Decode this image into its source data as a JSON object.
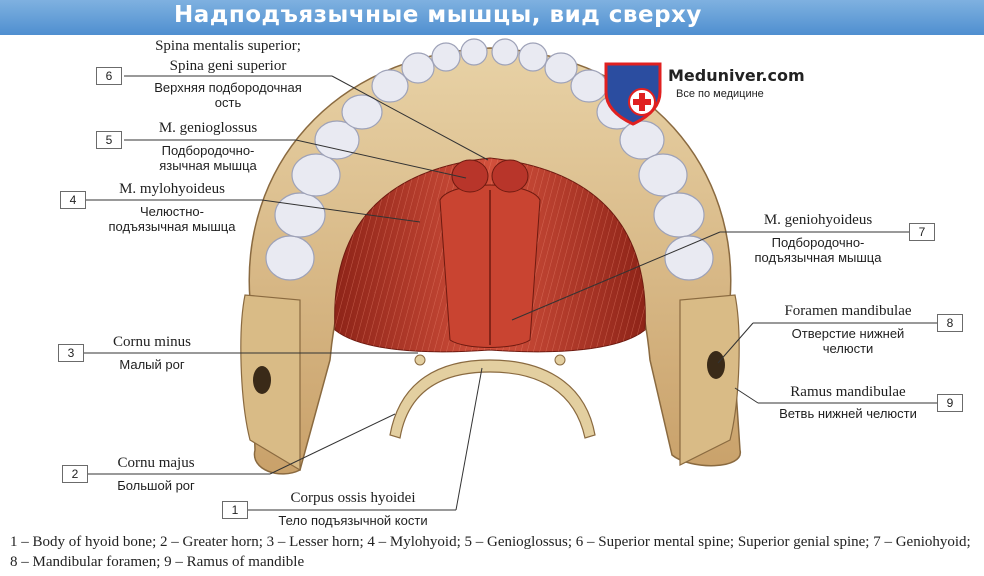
{
  "title": "Надподъязычные мышцы, вид сверху",
  "logo": {
    "name": "Meduniver.com",
    "tagline": "Все по медицине"
  },
  "labels": [
    {
      "num": "6",
      "latin": "Spina mentalis superior;",
      "latin2": "Spina geni superior",
      "russian": "Верхняя подбородочная",
      "russian2": "ость"
    },
    {
      "num": "5",
      "latin": "M. genioglossus",
      "russian": "Подбородочно-",
      "russian2": "язычная мышца"
    },
    {
      "num": "4",
      "latin": "M. mylohyoideus",
      "russian": "Челюстно-",
      "russian2": "подъязычная мышца"
    },
    {
      "num": "3",
      "latin": "Cornu minus",
      "russian": "Малый рог"
    },
    {
      "num": "2",
      "latin": "Cornu majus",
      "russian": "Большой рог"
    },
    {
      "num": "1",
      "latin": "Corpus ossis hyoidei",
      "russian": "Тело подъязычной кости"
    },
    {
      "num": "7",
      "latin": "M. geniohyoideus",
      "russian": "Подбородочно-",
      "russian2": "подъязычная мышца"
    },
    {
      "num": "8",
      "latin": "Foramen mandibulae",
      "russian": "Отверстие нижней",
      "russian2": "челюсти"
    },
    {
      "num": "9",
      "latin": "Ramus mandibulae",
      "russian": "Ветвь нижней челюсти"
    }
  ],
  "legend": "1 – Body of hyoid bone; 2 – Greater horn; 3 – Lesser horn; 4 – Mylohyoid; 5 – Genioglossus; 6 – Superior mental spine; Superior genial spine; 7 – Geniohyoid; 8 – Mandibular foramen; 9 – Ramus of mandible",
  "colors": {
    "banner": "#5b97d4",
    "muscle": "#c0392b",
    "bone": "#dcc08c",
    "tooth": "#e9eaf2"
  }
}
